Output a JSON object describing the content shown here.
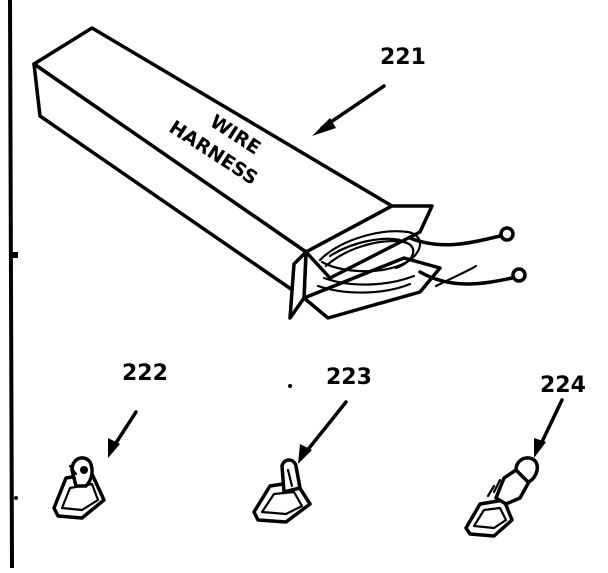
{
  "box": {
    "label_line1": "WIRE",
    "label_line2": "HARNESS"
  },
  "callouts": {
    "harness": "221",
    "terminal_a": "222",
    "terminal_b": "223",
    "terminal_c": "224"
  }
}
